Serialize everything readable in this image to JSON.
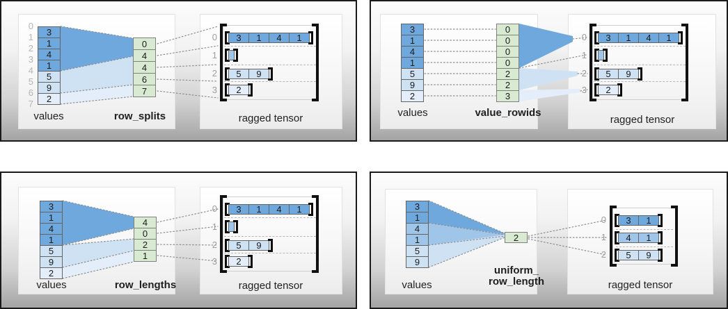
{
  "colors": {
    "dark_blue": "#6fa8dc",
    "mid_blue": "#9fc5e8",
    "light_blue": "#cfe2f3",
    "lighter_blue": "#e3eefa",
    "green": "#d9ead3"
  },
  "tl": {
    "method_label": "row_splits",
    "values_caption": "values",
    "tensor_caption": "ragged tensor",
    "value_indices": [
      "0",
      "1",
      "2",
      "3",
      "4",
      "5",
      "6",
      "7"
    ],
    "values": [
      "3",
      "1",
      "4",
      "1",
      "5",
      "9",
      "2"
    ],
    "params": [
      "0",
      "4",
      "4",
      "6",
      "7"
    ],
    "row_indices": [
      "0",
      "1",
      "2",
      "3"
    ],
    "row0": [
      "3",
      "1",
      "4",
      "1"
    ],
    "row2": [
      "5",
      "9"
    ],
    "row3": [
      "2"
    ]
  },
  "tr": {
    "method_label": "value_rowids",
    "values_caption": "values",
    "tensor_caption": "ragged tensor",
    "values": [
      "3",
      "1",
      "4",
      "1",
      "5",
      "9",
      "2"
    ],
    "params": [
      "0",
      "0",
      "0",
      "0",
      "2",
      "2",
      "3"
    ],
    "row_indices": [
      "0",
      "1",
      "2",
      "3"
    ],
    "row0": [
      "3",
      "1",
      "4",
      "1"
    ],
    "row2": [
      "5",
      "9"
    ],
    "row3": [
      "2"
    ]
  },
  "bl": {
    "method_label": "row_lengths",
    "values_caption": "values",
    "tensor_caption": "ragged tensor",
    "values": [
      "3",
      "1",
      "4",
      "1",
      "5",
      "9",
      "2"
    ],
    "params": [
      "4",
      "0",
      "2",
      "1"
    ],
    "row_indices": [
      "0",
      "1",
      "2",
      "3"
    ],
    "row0": [
      "3",
      "1",
      "4",
      "1"
    ],
    "row2": [
      "5",
      "9"
    ],
    "row3": [
      "2"
    ]
  },
  "br": {
    "method_label_line1": "uniform_",
    "method_label_line2": "row_length",
    "values_caption": "values",
    "tensor_caption": "ragged tensor",
    "values": [
      "3",
      "1",
      "4",
      "1",
      "5",
      "9"
    ],
    "params": [
      "2"
    ],
    "row_indices": [
      "0",
      "1",
      "2"
    ],
    "row0": [
      "3",
      "1"
    ],
    "row1": [
      "4",
      "1"
    ],
    "row2": [
      "5",
      "9"
    ]
  }
}
